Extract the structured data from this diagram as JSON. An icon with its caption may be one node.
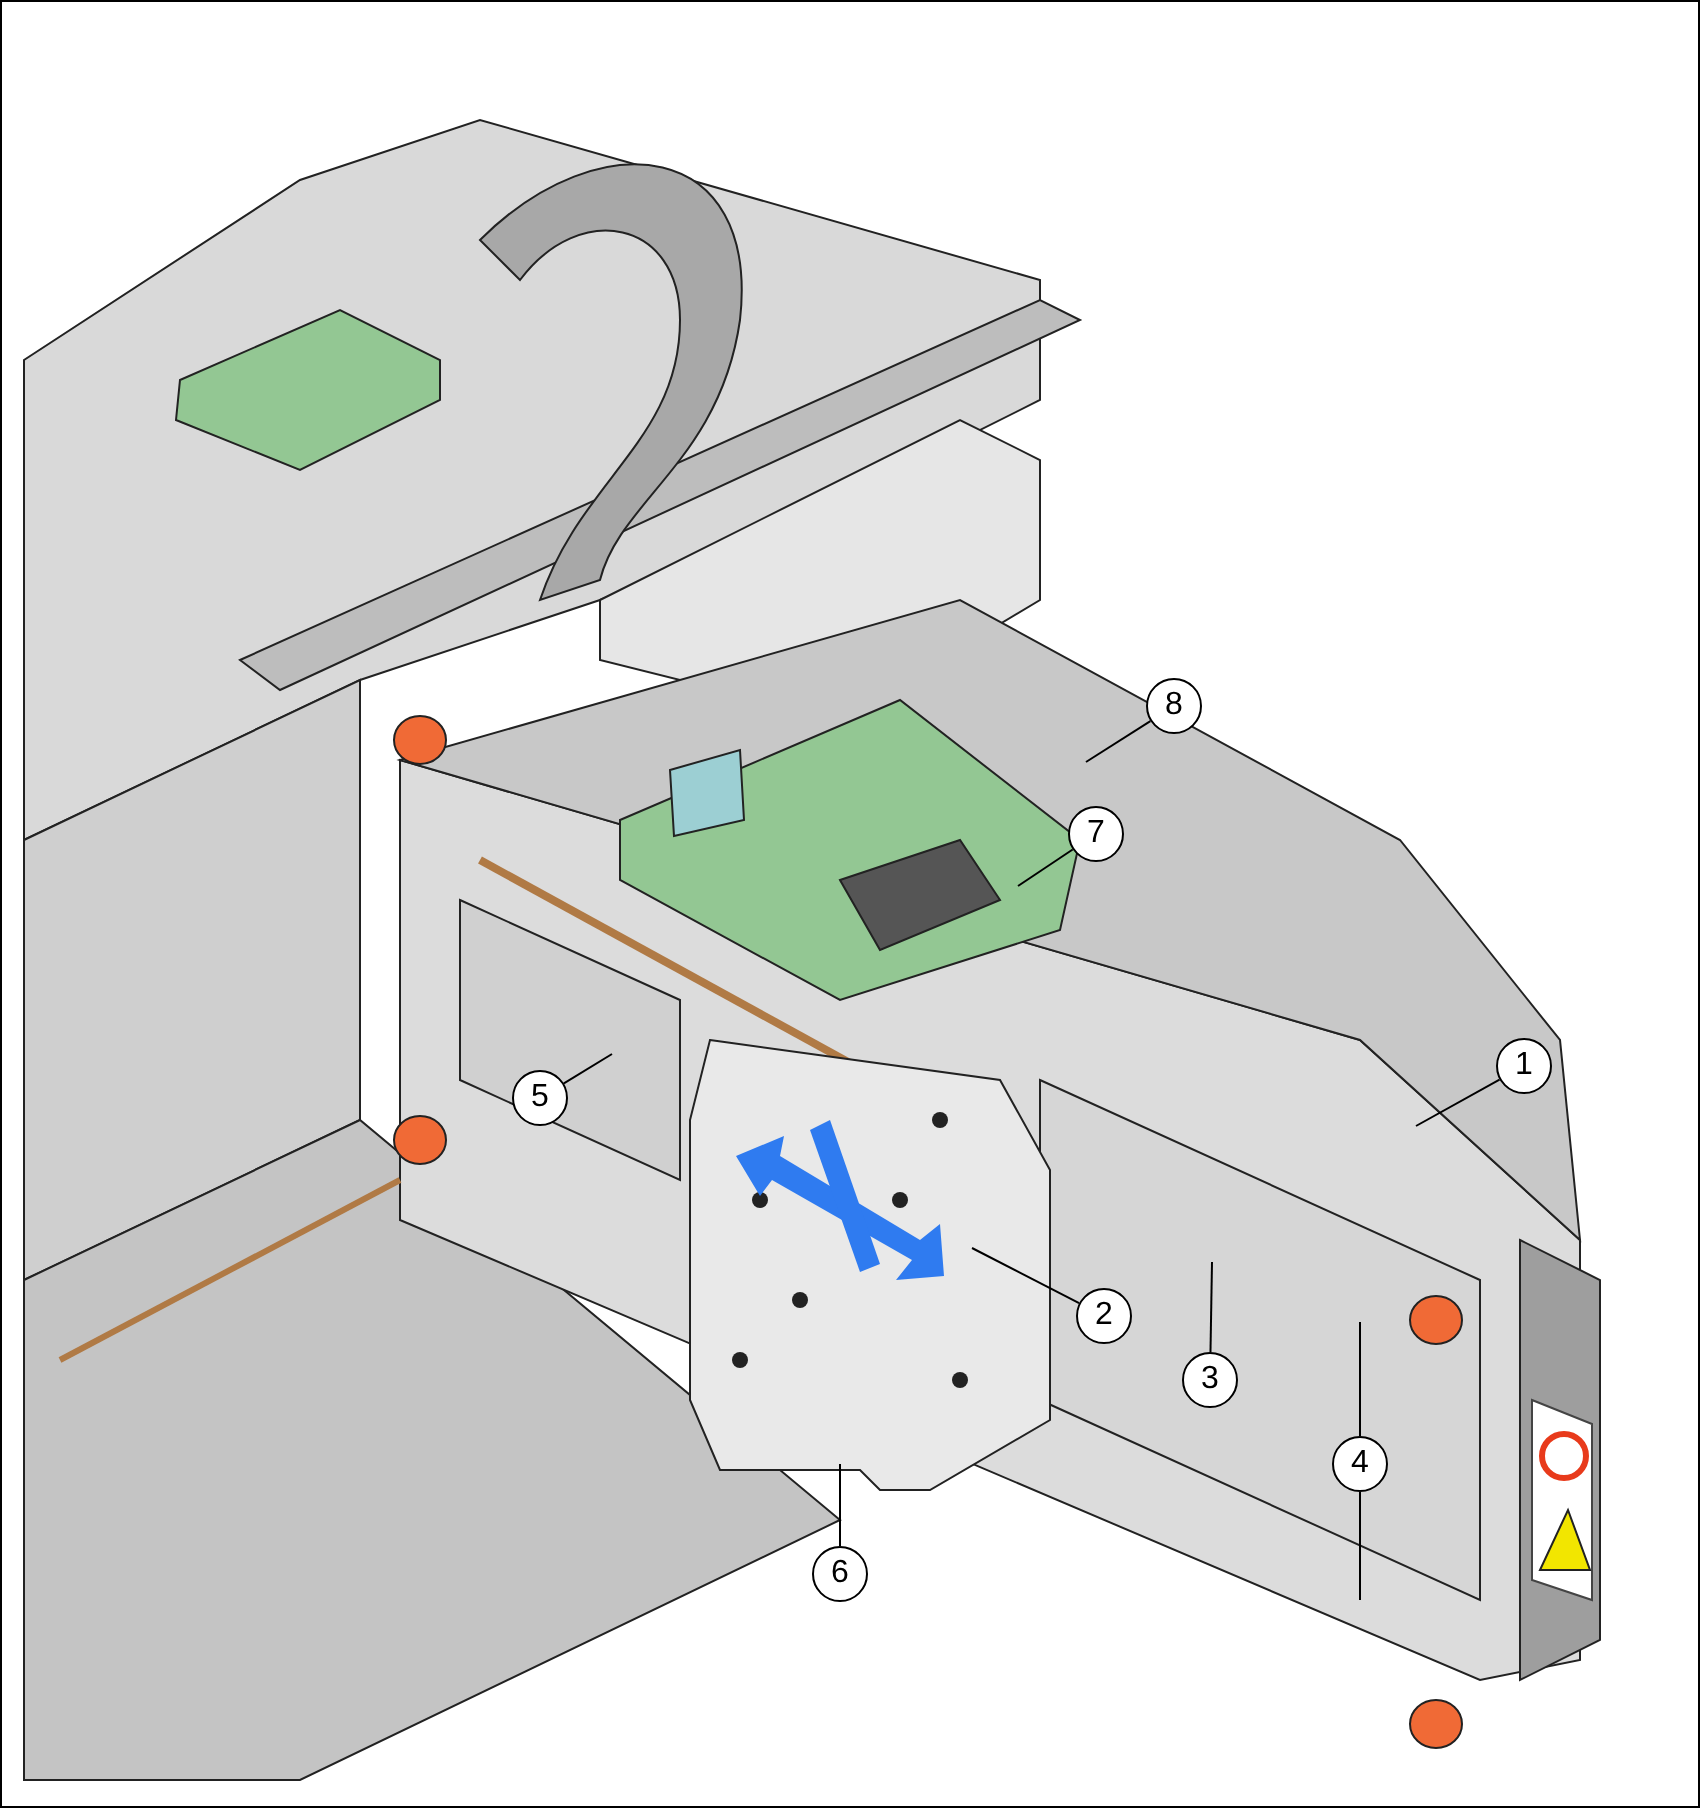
{
  "diagram": {
    "nodes": [
      {
        "text": [
          "1"
        ]
      },
      {
        "text": [
          "2"
        ]
      },
      {
        "text": [
          "3"
        ]
      },
      {
        "text": [
          "4"
        ]
      },
      {
        "text": [
          "5"
        ]
      },
      {
        "text": [
          "6"
        ]
      },
      {
        "text": [
          "7"
        ]
      },
      {
        "text": [
          "8"
        ]
      }
    ],
    "edges": [
      {
        "from": 0,
        "to": null,
        "arrow": "none"
      },
      {
        "from": 1,
        "to": null,
        "arrow": "none"
      },
      {
        "from": 2,
        "to": null,
        "arrow": "none"
      },
      {
        "from": 3,
        "to": null,
        "arrow": "none"
      },
      {
        "from": 3,
        "to": null,
        "arrow": "none"
      },
      {
        "from": 4,
        "to": null,
        "arrow": "none"
      },
      {
        "from": 5,
        "to": null,
        "arrow": "none"
      },
      {
        "from": 6,
        "to": null,
        "arrow": "none"
      },
      {
        "from": 7,
        "to": null,
        "arrow": "none"
      }
    ]
  }
}
